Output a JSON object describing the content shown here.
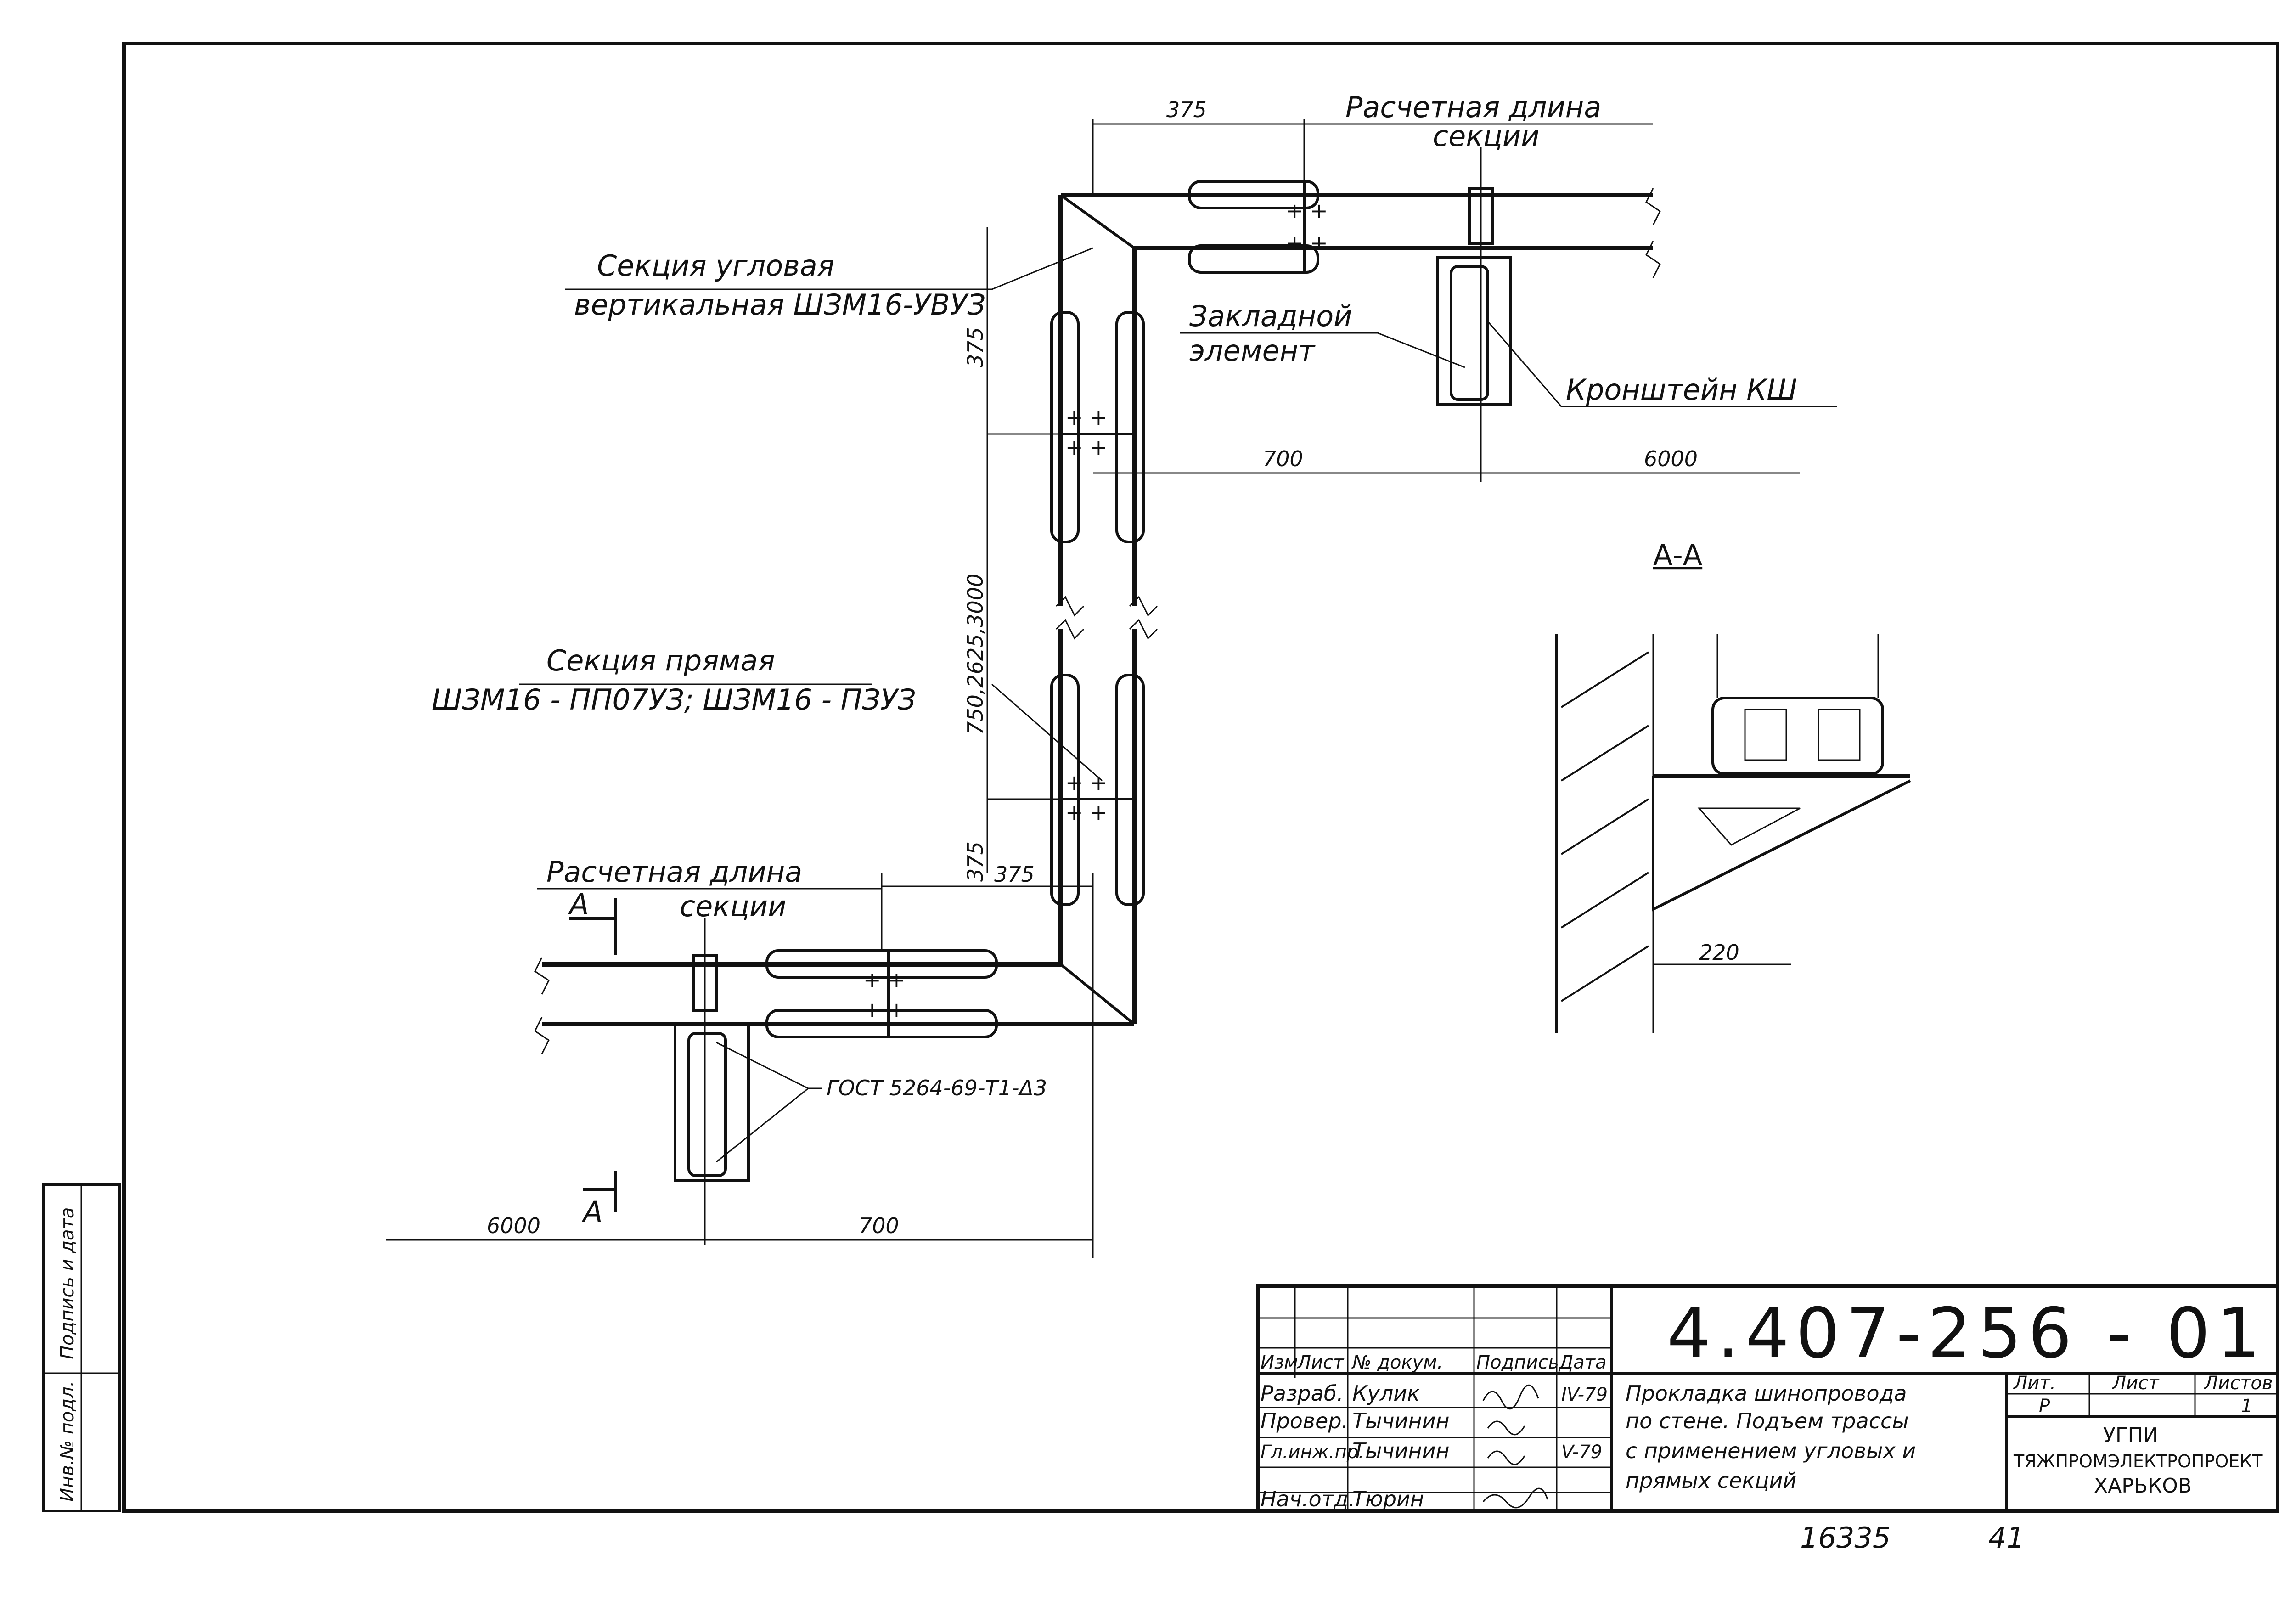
{
  "drawing": {
    "labels": {
      "calc_length_top_1": "Расчетная длина",
      "calc_length_top_2": "секции",
      "calc_length_bottom_1": "Расчетная длина",
      "calc_length_bottom_2": "секции",
      "corner_section_1": "Секция угловая",
      "corner_section_2": "вертикальная ШЗМ16-УВУЗ",
      "embedded_1": "Закладной",
      "embedded_2": "элемент",
      "bracket": "Кронштейн КШ",
      "straight_section_1": "Секция прямая",
      "straight_section_2": "ШЗМ16 - ПП07УЗ; ШЗМ16 - ПЗУЗ",
      "gost": "ГОСТ 5264-69-Т1-Δ3",
      "section_view": "А-А",
      "cut_top": "А",
      "cut_bottom": "А"
    },
    "dimensions": {
      "top_375": "375",
      "top_700": "700",
      "top_6000": "6000",
      "vert_375_top": "375",
      "vert_mid": "750,2625,3000",
      "vert_375_bottom": "375",
      "mid_375": "375",
      "bottom_6000": "6000",
      "bottom_700": "700",
      "section_220": "220"
    }
  },
  "title_block": {
    "doc_number": "4.407-256 - 01",
    "description": [
      "Прокладка шинопровода",
      "по стене. Подъем трассы",
      "с применением угловых и",
      "прямых секций"
    ],
    "headers": {
      "izm": "Изм",
      "list": "Лист",
      "doc_no": "№ докум.",
      "signature": "Подпись",
      "date": "Дата"
    },
    "rows": [
      {
        "role": "Разраб.",
        "name": "Кулик",
        "date": "IV-79"
      },
      {
        "role": "Провер.",
        "name": "Тычинин",
        "date": ""
      },
      {
        "role": "Гл.инж.пр.",
        "name": "Тычинин",
        "date": "V-79"
      },
      {
        "role": "Нач.отд.",
        "name": "Тюрин",
        "date": ""
      }
    ],
    "lit_header": "Лит.",
    "sheet_header": "Лист",
    "sheets_header": "Листов",
    "lit_value": "Р",
    "sheet_value": "",
    "sheets_value": "1",
    "org": [
      "УГПИ",
      "ТЯЖПРОМЭЛЕКТРОПРОЕКТ",
      "ХАРЬКОВ"
    ]
  },
  "side_stamp": {
    "inv": "Инв.№ подл.",
    "sign_date": "Подпись и дата"
  },
  "footer": {
    "archive_no": "16335",
    "page_no": "41"
  }
}
